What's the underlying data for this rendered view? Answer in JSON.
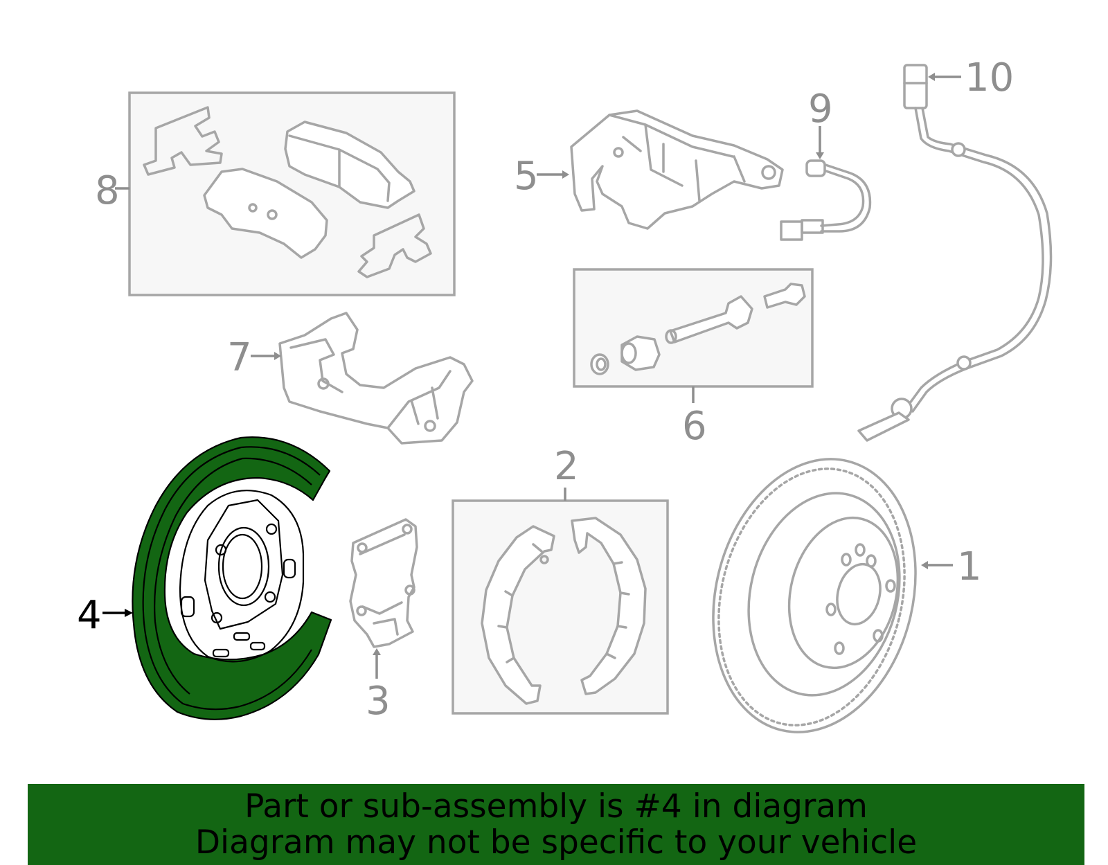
{
  "colors": {
    "highlight": "#136613",
    "parts": "#a6a6a6",
    "labels": "#8e8e8e",
    "banner_background": "#136613",
    "kit_box_fill": "#f7f7f7"
  },
  "callouts": [
    {
      "id": "1",
      "label": "1",
      "highlighted": false
    },
    {
      "id": "2",
      "label": "2",
      "highlighted": false
    },
    {
      "id": "3",
      "label": "3",
      "highlighted": false
    },
    {
      "id": "4",
      "label": "4",
      "highlighted": true
    },
    {
      "id": "5",
      "label": "5",
      "highlighted": false
    },
    {
      "id": "6",
      "label": "6",
      "highlighted": false
    },
    {
      "id": "7",
      "label": "7",
      "highlighted": false
    },
    {
      "id": "8",
      "label": "8",
      "highlighted": false
    },
    {
      "id": "9",
      "label": "9",
      "highlighted": false
    },
    {
      "id": "10",
      "label": "10",
      "highlighted": false
    }
  ],
  "banner": {
    "line1": "Part or sub-assembly is #4 in diagram",
    "line2": "Diagram may not be specific to your vehicle"
  }
}
